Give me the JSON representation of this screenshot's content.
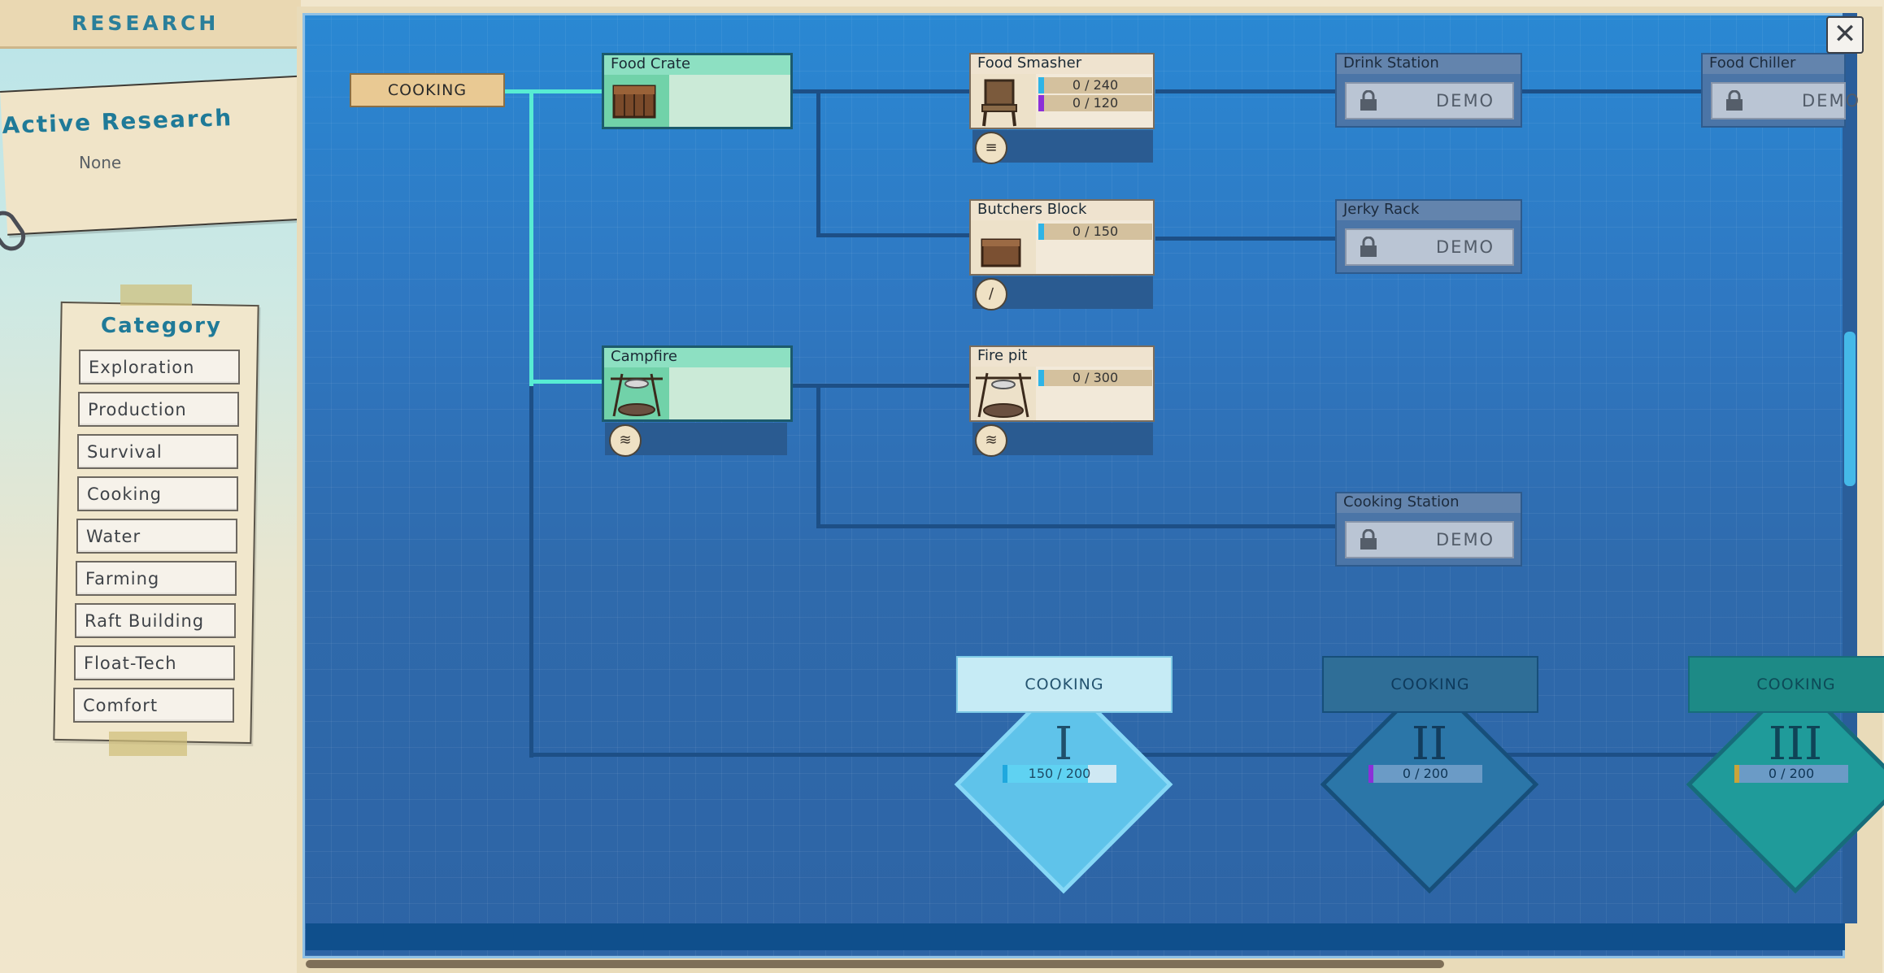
{
  "sidebar": {
    "title": "RESEARCH",
    "active_research": {
      "label": "Active Research",
      "value": "None"
    },
    "category": {
      "title": "Category",
      "items": [
        "Exploration",
        "Production",
        "Survival",
        "Cooking",
        "Water",
        "Farming",
        "Raft Building",
        "Float-Tech",
        "Comfort"
      ]
    }
  },
  "tree": {
    "root_label": "COOKING",
    "nodes": {
      "food_crate": {
        "name": "Food Crate"
      },
      "campfire": {
        "name": "Campfire"
      },
      "food_smasher": {
        "name": "Food Smasher",
        "bar1": "0 / 240",
        "bar2": "0 / 120"
      },
      "butchers_block": {
        "name": "Butchers Block",
        "bar1": "0 / 150"
      },
      "fire_pit": {
        "name": "Fire pit",
        "bar1": "0 / 300"
      },
      "drink_station": {
        "name": "Drink Station",
        "locked_label": "DEMO"
      },
      "food_chiller": {
        "name": "Food Chiller",
        "locked_label": "DEMO"
      },
      "jerky_rack": {
        "name": "Jerky Rack",
        "locked_label": "DEMO"
      },
      "cooking_station": {
        "name": "Cooking Station",
        "locked_label": "DEMO"
      }
    },
    "tiers": [
      {
        "label": "COOKING",
        "roman": "I",
        "progress": "150 / 200",
        "fraction": 0.75
      },
      {
        "label": "COOKING",
        "roman": "II",
        "progress": "0 / 200",
        "fraction": 0
      },
      {
        "label": "COOKING",
        "roman": "III",
        "progress": "0 / 200",
        "fraction": 0
      }
    ]
  },
  "colors": {
    "bar_cyan": "#2fb4e6",
    "bar_purple": "#8c2fd8",
    "bar_gold": "#c9a43a",
    "active_line": "#57ecd3"
  },
  "icons": {
    "close": "close-icon",
    "lock": "lock-icon"
  }
}
